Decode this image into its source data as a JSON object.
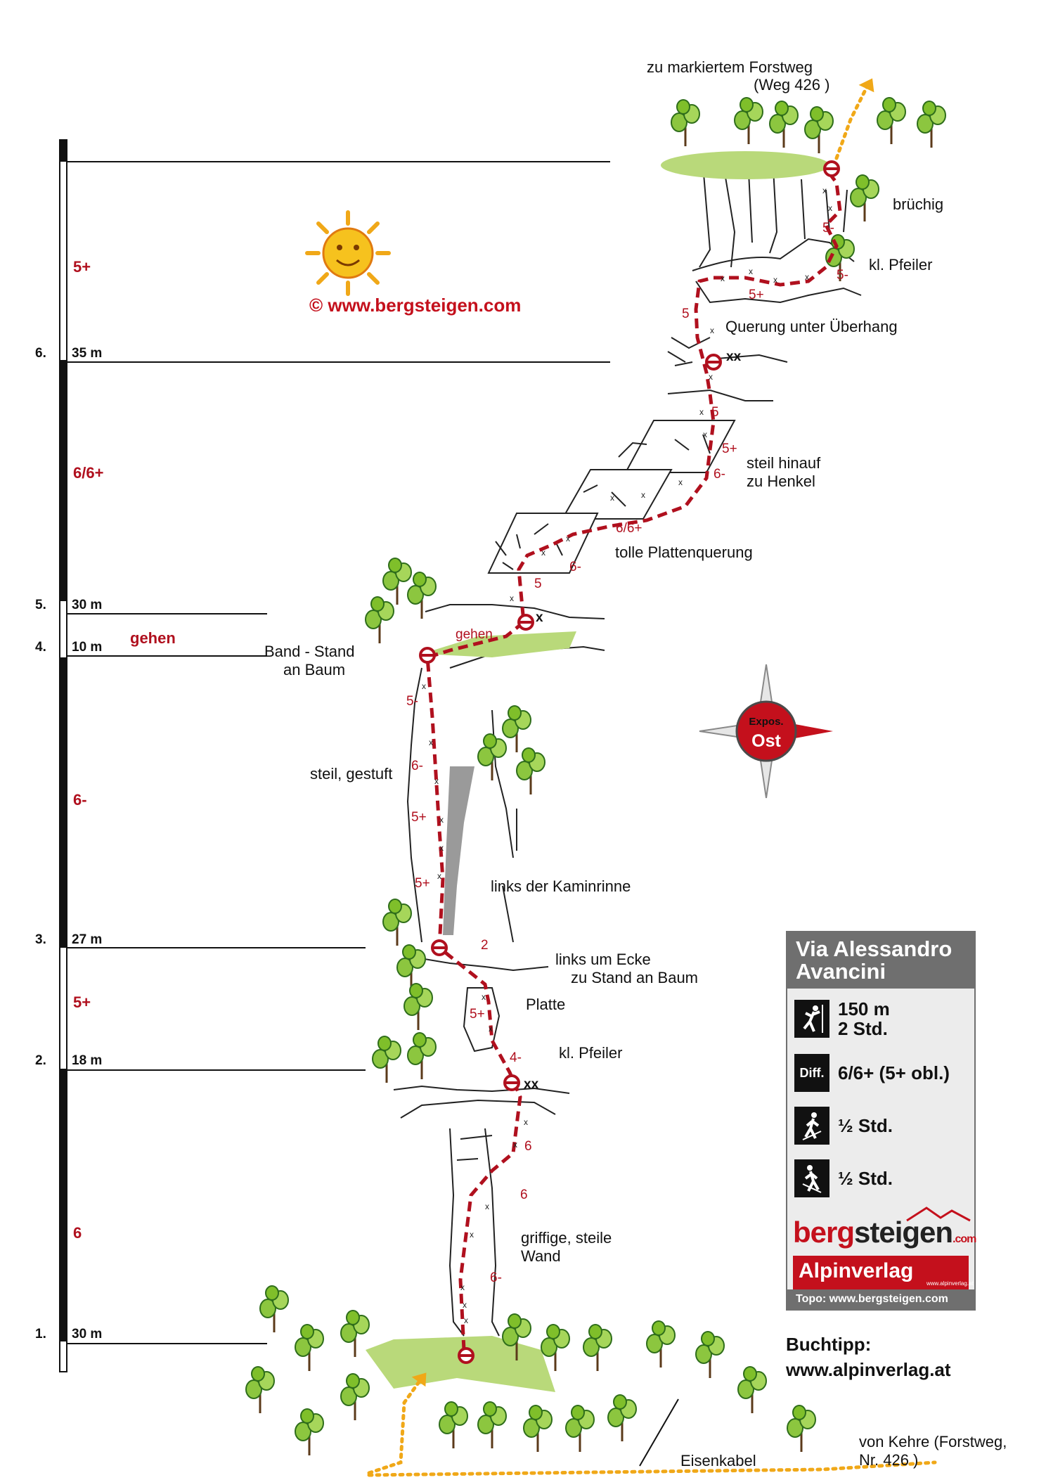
{
  "copyright": "©  www.bergsteigen.com",
  "scale": {
    "markers": [
      {
        "num": "6.",
        "len": "35 m"
      },
      {
        "num": "5.",
        "len": "30 m"
      },
      {
        "num": "4.",
        "len": "10 m"
      },
      {
        "num": "3.",
        "len": "27 m"
      },
      {
        "num": "2.",
        "len": "18 m"
      },
      {
        "num": "1.",
        "len": "30 m"
      }
    ],
    "grades": [
      "5+",
      "6/6+",
      "gehen",
      "6-",
      "5+",
      "6"
    ]
  },
  "labels": {
    "forstweg_top": "zu markiertem Forstweg",
    "weg426": "(Weg 426 )",
    "bruchig": "brüchig",
    "kl_pfeiler_top": "kl. Pfeiler",
    "querung": "Querung unter Überhang",
    "steil1": "steil hinauf",
    "steil2": "zu Henkel",
    "platten": "tolle Plattenquerung",
    "band1": "Band - Stand",
    "band2": "an Baum",
    "gestuft": "steil, gestuft",
    "kamin": "links der Kaminrinne",
    "ecke1": "links um Ecke",
    "ecke2": "zu Stand an Baum",
    "platte": "Platte",
    "kl_pfeiler_low": "kl. Pfeiler",
    "griffige1": "griffige, steile",
    "griffige2": "Wand",
    "eisenkabel": "Eisenkabel",
    "kehre1": "von Kehre (Forstweg,",
    "kehre2": "Nr. 426 )"
  },
  "route_grades": [
    "5-",
    "5-",
    "5+",
    "5",
    "5",
    "5+",
    "6-",
    "6/6+",
    "6-",
    "5",
    "gehen",
    "5-",
    "6-",
    "5+",
    "5+",
    "2",
    "5+",
    "4-",
    "6",
    "6",
    "6-"
  ],
  "compass": {
    "line1": "Expos.",
    "line2": "Ost"
  },
  "card": {
    "title1": "Via Alessandro",
    "title2": "Avancini",
    "length": "150 m",
    "time": "2 Std.",
    "diff_label": "Diff.",
    "difficulty": "6/6+ (5+ obl.)",
    "approach": "½ Std.",
    "descent": "½ Std.",
    "brand_a": "berg",
    "brand_b": "steigen",
    "brand_c": ".com",
    "publisher": "Alpinverlag",
    "publisher_sub": "www.alpinverlag.at",
    "credit": "Topo: www.bergsteigen.com"
  },
  "buchtipp": {
    "line1": "Buchtipp:",
    "line2": "www.alpinverlag.at"
  },
  "colors": {
    "route": "#b0101e",
    "grade": "#b0101e",
    "accent": "#c4101c",
    "card_gray": "#6f6f6f",
    "tree": "#7fbf2a",
    "meadow": "#b9d97a",
    "approach": "#f0a818",
    "rock_shade": "#bdbdbd"
  }
}
